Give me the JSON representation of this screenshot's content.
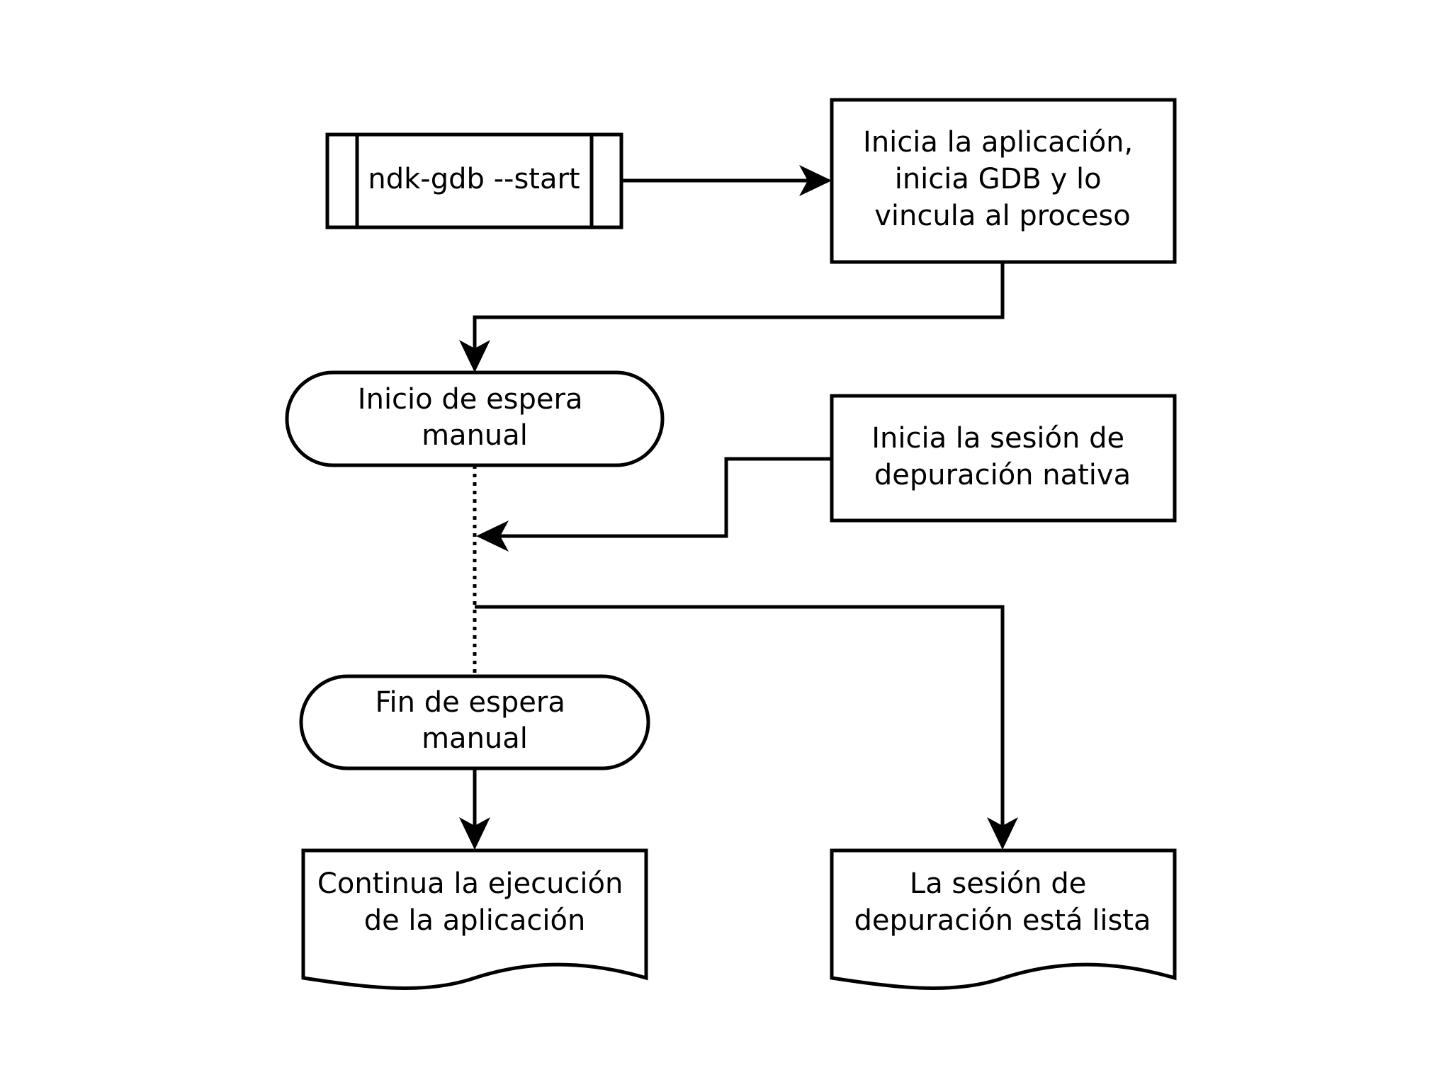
{
  "diagram": {
    "nodes": [
      {
        "id": "ndk-gdb-start",
        "shape": "predefined-process",
        "lines": [
          "ndk-gdb --start"
        ]
      },
      {
        "id": "start-app",
        "shape": "process",
        "lines": [
          "Inicia la aplicación,",
          "inicia GDB  y lo",
          "vincula al proceso"
        ]
      },
      {
        "id": "wait-start",
        "shape": "terminator",
        "lines": [
          "Inicio de espera",
          "manual"
        ]
      },
      {
        "id": "native-debug",
        "shape": "process",
        "lines": [
          "Inicia la sesión de",
          "depuración nativa"
        ]
      },
      {
        "id": "wait-end",
        "shape": "terminator",
        "lines": [
          "Fin de espera",
          "manual"
        ]
      },
      {
        "id": "continue-exec",
        "shape": "document",
        "lines": [
          "Continua la ejecución",
          "de la aplicación"
        ]
      },
      {
        "id": "session-ready",
        "shape": "document",
        "lines": [
          "La sesión de",
          "depuración está lista"
        ]
      }
    ],
    "edges": [
      {
        "from": "ndk-gdb-start",
        "to": "start-app",
        "style": "solid-arrow"
      },
      {
        "from": "start-app",
        "to": "wait-start",
        "style": "solid-arrow"
      },
      {
        "from": "wait-start",
        "to": "wait-end",
        "style": "dotted"
      },
      {
        "from": "native-debug",
        "to": "wait-start",
        "style": "solid-arrow",
        "target": "dotted-line"
      },
      {
        "from": "wait-start",
        "to": "session-ready",
        "style": "solid-arrow",
        "source": "dotted-line"
      },
      {
        "from": "wait-end",
        "to": "continue-exec",
        "style": "solid-arrow"
      }
    ]
  }
}
